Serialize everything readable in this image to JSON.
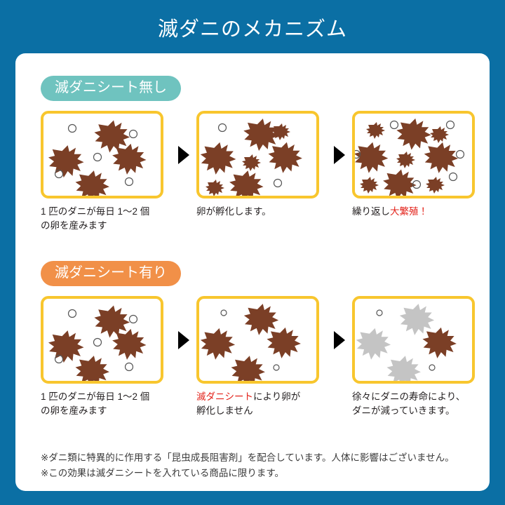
{
  "header": {
    "title": "滅ダニのメカニズム",
    "background_color": "#0b6fa4",
    "text_color": "#ffffff"
  },
  "colors": {
    "page_background": "#0b6fa4",
    "card_background": "#ffffff",
    "badge_teal": "#6fc3bf",
    "badge_orange": "#f19048",
    "panel_border_yellow": "#f8c62e",
    "mite_brown": "#7b3f26",
    "mite_gray": "#c4c4c4",
    "egg_outline": "#555555",
    "highlight_red": "#e3231b",
    "arrow_black": "#000000"
  },
  "sections": [
    {
      "id": "without-sheet",
      "badge": "滅ダニシート無し",
      "badge_style": "teal",
      "steps": [
        {
          "caption_parts": [
            {
              "text": "1 匹のダニが毎日 1〜2 個",
              "color": "black"
            },
            {
              "text": "の卵を産みます",
              "color": "black"
            }
          ],
          "illustration": {
            "name": "mites-few-with-eggs",
            "large_mites": 4,
            "small_mites": 0,
            "gray_mites": 0,
            "eggs": 5
          }
        },
        {
          "caption_parts": [
            {
              "text": "卵が孵化します。",
              "color": "black"
            }
          ],
          "illustration": {
            "name": "mites-hatching",
            "large_mites": 4,
            "small_mites": 3,
            "gray_mites": 0,
            "eggs": 2
          }
        },
        {
          "caption_parts": [
            {
              "text": "繰り返し",
              "color": "black"
            },
            {
              "text": "大繁殖！",
              "color": "red"
            }
          ],
          "illustration": {
            "name": "mites-population-explosion",
            "large_mites": 4,
            "small_mites": 5,
            "gray_mites": 0,
            "eggs": 6
          }
        }
      ]
    },
    {
      "id": "with-sheet",
      "badge": "滅ダニシート有り",
      "badge_style": "orange",
      "steps": [
        {
          "caption_parts": [
            {
              "text": "1 匹のダニが毎日 1〜2 個",
              "color": "black"
            },
            {
              "text": "の卵を産みます",
              "color": "black"
            }
          ],
          "illustration": {
            "name": "mites-few-with-eggs",
            "large_mites": 4,
            "small_mites": 0,
            "gray_mites": 0,
            "eggs": 5
          }
        },
        {
          "caption_parts": [
            {
              "text": "滅ダニシート",
              "color": "red"
            },
            {
              "text": "により卵が",
              "color": "black"
            },
            {
              "text": "孵化しません",
              "color": "black"
            }
          ],
          "illustration": {
            "name": "mites-eggs-not-hatching",
            "large_mites": 4,
            "small_mites": 0,
            "gray_mites": 0,
            "eggs": 2
          }
        },
        {
          "caption_parts": [
            {
              "text": "徐々にダニの寿命により、",
              "color": "black"
            },
            {
              "text": "ダニが減っていきます。",
              "color": "black"
            }
          ],
          "illustration": {
            "name": "mites-dying-off",
            "large_mites": 1,
            "small_mites": 0,
            "gray_mites": 3,
            "eggs": 2
          }
        }
      ]
    }
  ],
  "captions": {
    "s1_step1_line1": "1 匹のダニが毎日 1〜2 個",
    "s1_step1_line2": "の卵を産みます",
    "s1_step2_line1": "卵が孵化します。",
    "s1_step3_black": "繰り返し",
    "s1_step3_red": "大繁殖！",
    "s2_step1_line1": "1 匹のダニが毎日 1〜2 個",
    "s2_step1_line2": "の卵を産みます",
    "s2_step2_red": "滅ダニシート",
    "s2_step2_black": "により卵が",
    "s2_step2_line2": "孵化しません",
    "s2_step3_line1": "徐々にダニの寿命により、",
    "s2_step3_line2": "ダニが減っていきます。"
  },
  "footnotes": [
    "※ダニ類に特異的に作用する「昆虫成長阻害剤」を配合しています。人体に影響はございません。",
    "※この効果は滅ダニシートを入れている商品に限ります。"
  ]
}
